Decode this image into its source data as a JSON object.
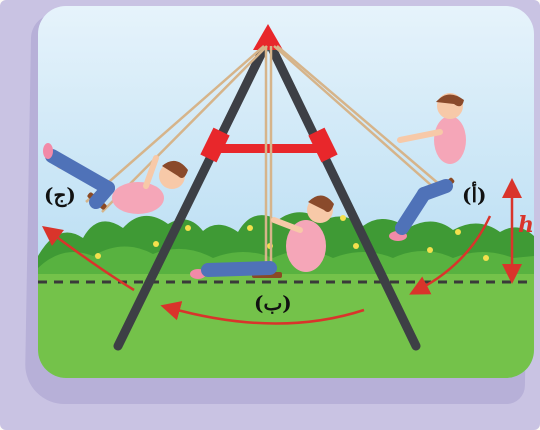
{
  "labels": {
    "position_a": "(أ)",
    "position_b": "(ب)",
    "position_c": "(ج)",
    "height": "h"
  },
  "colors": {
    "sky_top": "#cfe9f7",
    "sky_bottom": "#a9d6f0",
    "grass": "#74c24a",
    "bushes": "#3f9a35",
    "frame": "#3d3f45",
    "frame_accent": "#e8272b",
    "arrow": "#d9342b",
    "rope": "#d6b48a",
    "seat": "#8b4a24",
    "shirt": "#f5a6b8",
    "jeans": "#4f72b8",
    "skin": "#f7c9a8",
    "hair": "#8a4a2b"
  }
}
